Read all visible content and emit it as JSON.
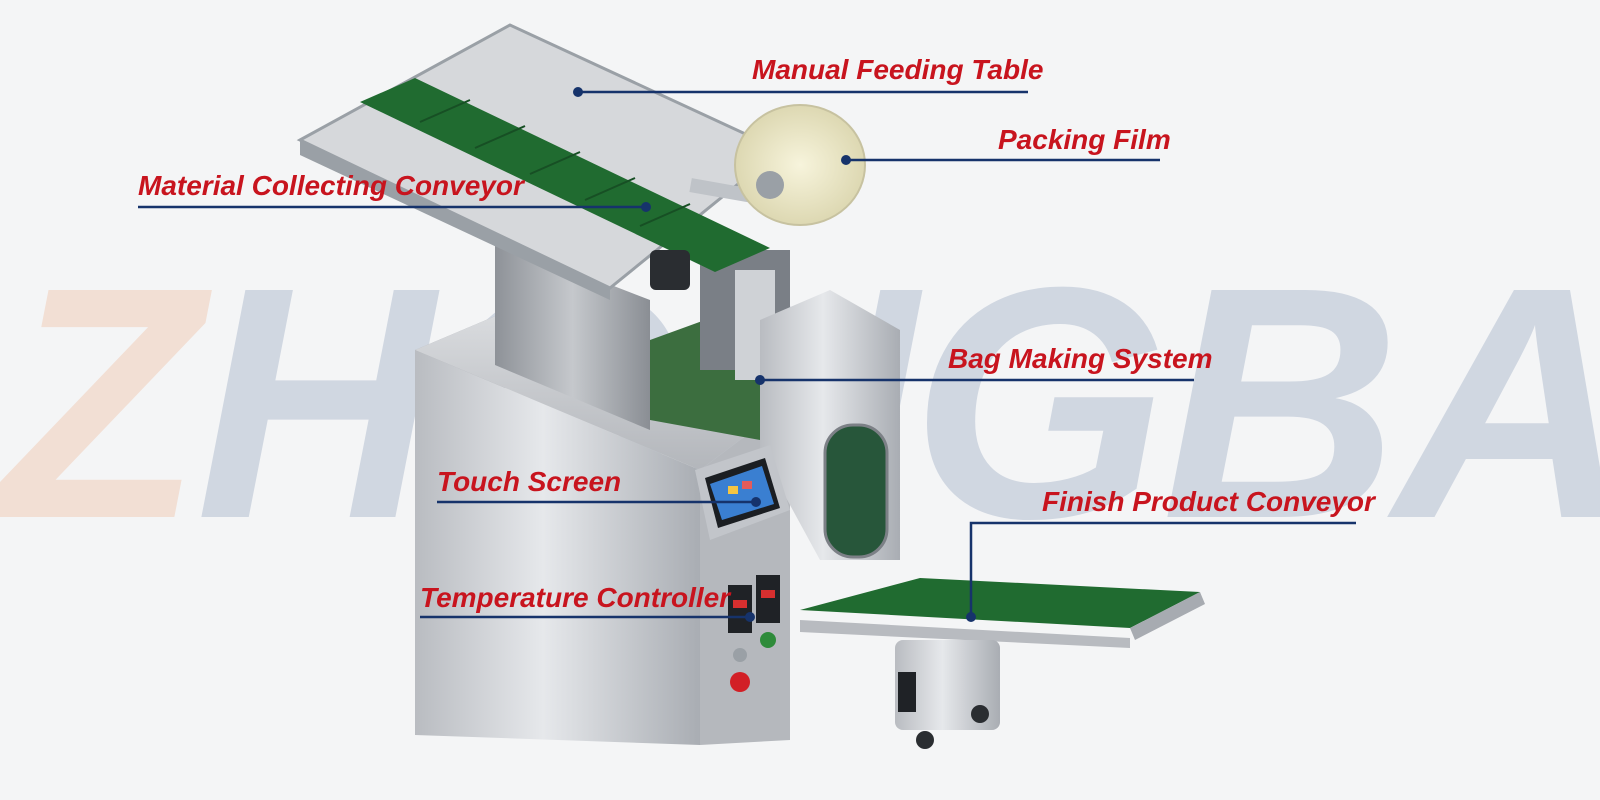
{
  "watermark": {
    "first": "Z",
    "rest": "HONGBAI"
  },
  "colors": {
    "label_text": "#c8141e",
    "leader_line": "#16336b",
    "background": "#f4f5f6",
    "steel": "#c9ccd0",
    "belt_green": "#1f6b2f",
    "film_roll": "#eeeac9"
  },
  "callouts": {
    "manual_feeding_table": "Manual Feeding Table",
    "packing_film": "Packing Film",
    "material_collecting_conveyor": "Material Collecting Conveyor",
    "bag_making_system": "Bag Making System",
    "touch_screen": "Touch Screen",
    "finish_product_conveyor": "Finish Product Conveyor",
    "temperature_controller": "Temperature Controller"
  }
}
